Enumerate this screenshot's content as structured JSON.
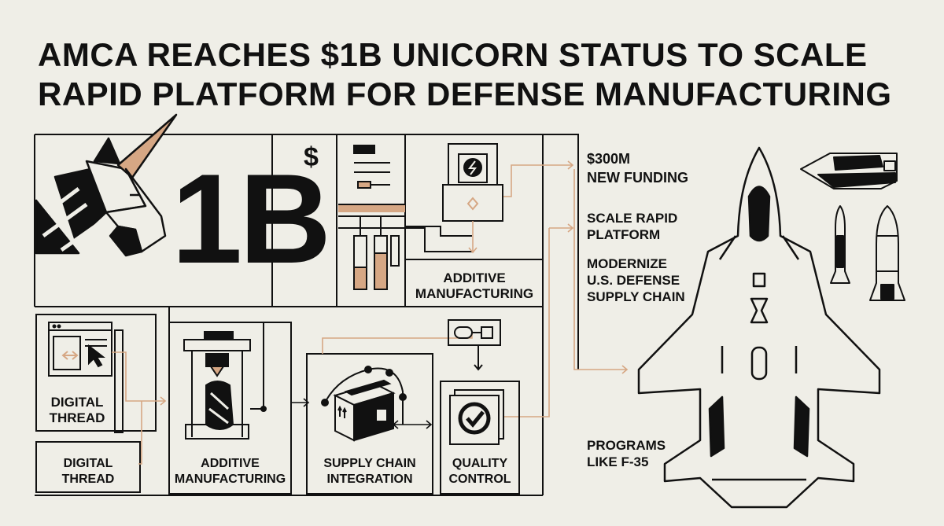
{
  "headline": {
    "line1": "AMCA REACHES $1B UNICORN STATUS TO SCALE",
    "line2": "RAPID PLATFORM FOR DEFENSE MANUFACTURING"
  },
  "valuation": {
    "amount": "1B",
    "currency": "$"
  },
  "labels": {
    "additive_top": [
      "ADDITIVE",
      "MANUFACTURING"
    ],
    "digital_thread_1": [
      "DIGITAL",
      "THREAD"
    ],
    "digital_thread_2": [
      "DIGITAL",
      "THREAD"
    ],
    "additive_bottom": [
      "ADDITIVE",
      "MANUFACTURING"
    ],
    "supply_chain": [
      "SUPPLY CHAIN",
      "INTEGRATION"
    ],
    "quality": [
      "QUALITY",
      "CONTROL"
    ]
  },
  "highlights": {
    "funding": [
      "$300M",
      "NEW FUNDING"
    ],
    "scale": [
      "SCALE RAPID",
      "PLATFORM"
    ],
    "modernize": [
      "MODERNIZE",
      "U.S. DEFENSE",
      "SUPPLY CHAIN"
    ],
    "programs": [
      "PROGRAMS",
      "LIKE F-35"
    ]
  },
  "colors": {
    "accent": "#d6a784",
    "ink": "#111111",
    "background": "#efeee7"
  }
}
